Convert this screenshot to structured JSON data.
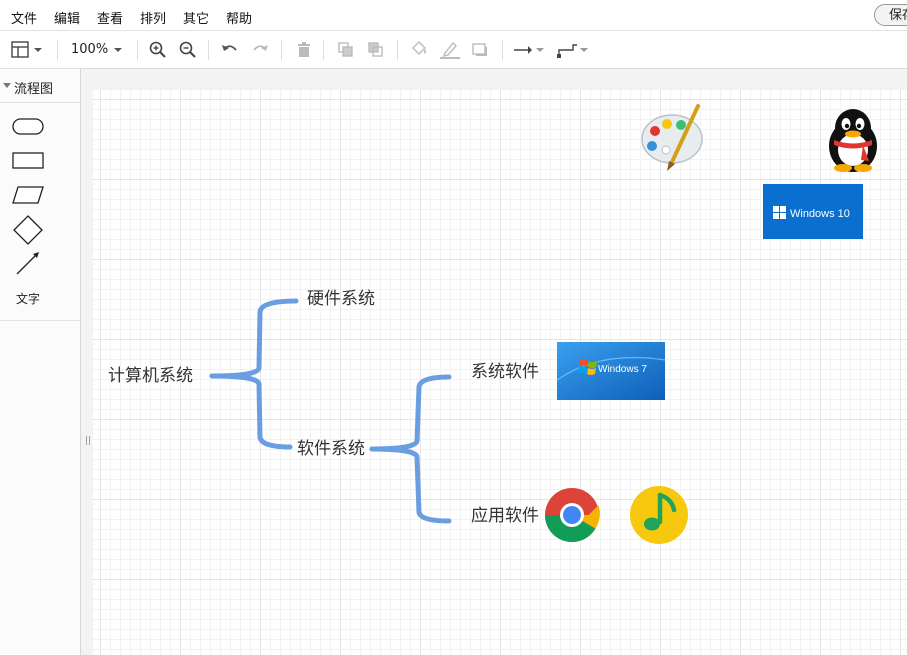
{
  "menu": {
    "file": "文件",
    "edit": "编辑",
    "view": "查看",
    "arrange": "排列",
    "extras": "其它",
    "help": "帮助",
    "save": "保存"
  },
  "toolbar": {
    "zoom": "100%"
  },
  "sidebar": {
    "section_title": "流程图",
    "text_shape_label": "文字"
  },
  "diagram": {
    "root": "计算机系统",
    "hardware": "硬件系统",
    "software": "软件系统",
    "system_software": "系统软件",
    "application_software": "应用软件",
    "windows10_badge": "Windows 10",
    "windows7_badge": "Windows 7"
  },
  "colors": {
    "bracket": "#6a9ee0",
    "win10_blue": "#0a6fcf",
    "win7_blue": "#1f7fd6",
    "qqmusic_yellow": "#f6c90e"
  },
  "icons": {
    "paint": "paint-palette-icon",
    "qq": "qq-penguin-icon",
    "chrome": "chrome-icon",
    "qqmusic": "qq-music-icon"
  }
}
